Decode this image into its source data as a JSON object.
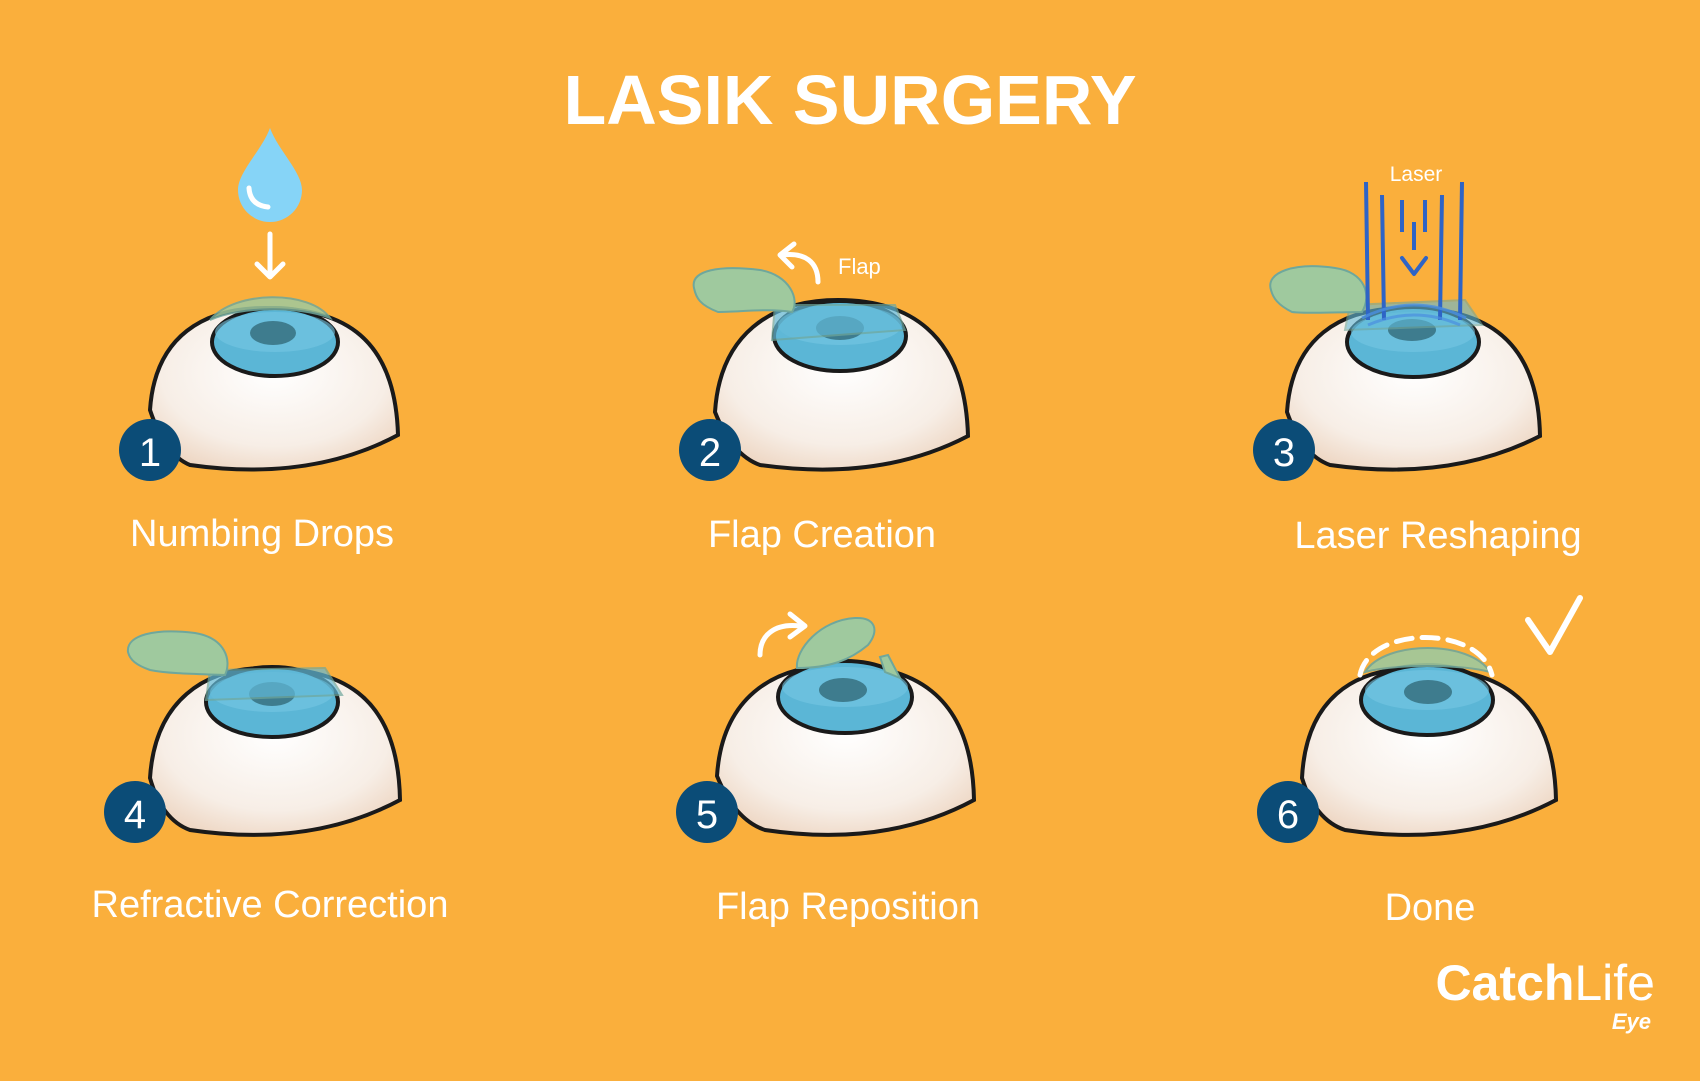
{
  "title": "LASIK SURGERY",
  "steps": [
    {
      "number": "1",
      "label": "Numbing Drops"
    },
    {
      "number": "2",
      "label": "Flap Creation"
    },
    {
      "number": "3",
      "label": "Laser Reshaping"
    },
    {
      "number": "4",
      "label": "Refractive Correction"
    },
    {
      "number": "5",
      "label": "Flap Reposition"
    },
    {
      "number": "6",
      "label": "Done"
    }
  ],
  "annotations": {
    "flap": "Flap",
    "laser": "Laser"
  },
  "brand": {
    "name_bold": "Catch",
    "name_light": "Life",
    "sub": "Eye"
  },
  "colors": {
    "background": "#FAAF3C",
    "badge": "#0B4C77",
    "cornea": "#5BB6D6",
    "pupil": "#3E7C8E",
    "flap": "#9FC99E",
    "sclera": "#F7EEE6",
    "drop": "#86D4F7",
    "laser": "#2E64C6",
    "text": "#FFFFFF"
  },
  "icons": [
    "water-drop-icon",
    "arrow-down-icon",
    "curved-arrow-icon",
    "laser-beam-icon",
    "checkmark-icon"
  ]
}
